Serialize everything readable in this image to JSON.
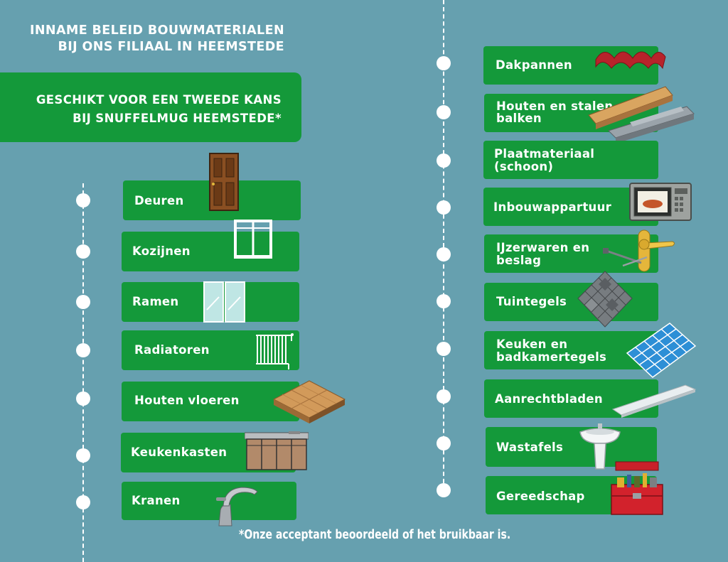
{
  "title": {
    "line1": "INNAME BELEID BOUWMATERIALEN",
    "line2": "BIJ ONS FILIAAL IN HEEMSTEDE"
  },
  "header": {
    "line1": "GESCHIKT VOOR EEN TWEEDE KANS",
    "line2": "BIJ SNUFFELMUG HEEMSTEDE*"
  },
  "left_items": [
    {
      "label": "Deuren",
      "icon": "door-icon"
    },
    {
      "label": "Kozijnen",
      "icon": "window-frame-icon"
    },
    {
      "label": "Ramen",
      "icon": "glass-pane-icon"
    },
    {
      "label": "Radiatoren",
      "icon": "radiator-icon"
    },
    {
      "label": "Houten vloeren",
      "icon": "wood-floor-icon"
    },
    {
      "label": "Keukenkasten",
      "icon": "kitchen-cabinet-icon"
    },
    {
      "label": "Kranen",
      "icon": "faucet-icon"
    }
  ],
  "right_items": [
    {
      "label": "Dakpannen",
      "icon": "roof-tile-icon"
    },
    {
      "label1": "Houten en stalen",
      "label2": "balken",
      "icon": "beams-icon"
    },
    {
      "label1": "Plaatmateriaal",
      "label2": "(schoon)"
    },
    {
      "label": "Inbouwappartuur",
      "icon": "built-in-oven-icon"
    },
    {
      "label1": "IJzerwaren en",
      "label2": "beslag",
      "icon": "door-handle-icon"
    },
    {
      "label": "Tuintegels",
      "icon": "paving-tiles-icon"
    },
    {
      "label1": "Keuken en",
      "label2": "badkamertegels",
      "icon": "wall-tiles-icon"
    },
    {
      "label": "Aanrechtbladen",
      "icon": "countertop-icon"
    },
    {
      "label": "Wastafels",
      "icon": "washbasin-icon"
    },
    {
      "label": "Gereedschap",
      "icon": "toolbox-icon"
    }
  ],
  "footnote": "*Onze acceptant beoordeeld of het bruikbaar is.",
  "colors": {
    "background": "#66a0af",
    "green": "#14993a",
    "text": "#ffffff"
  }
}
